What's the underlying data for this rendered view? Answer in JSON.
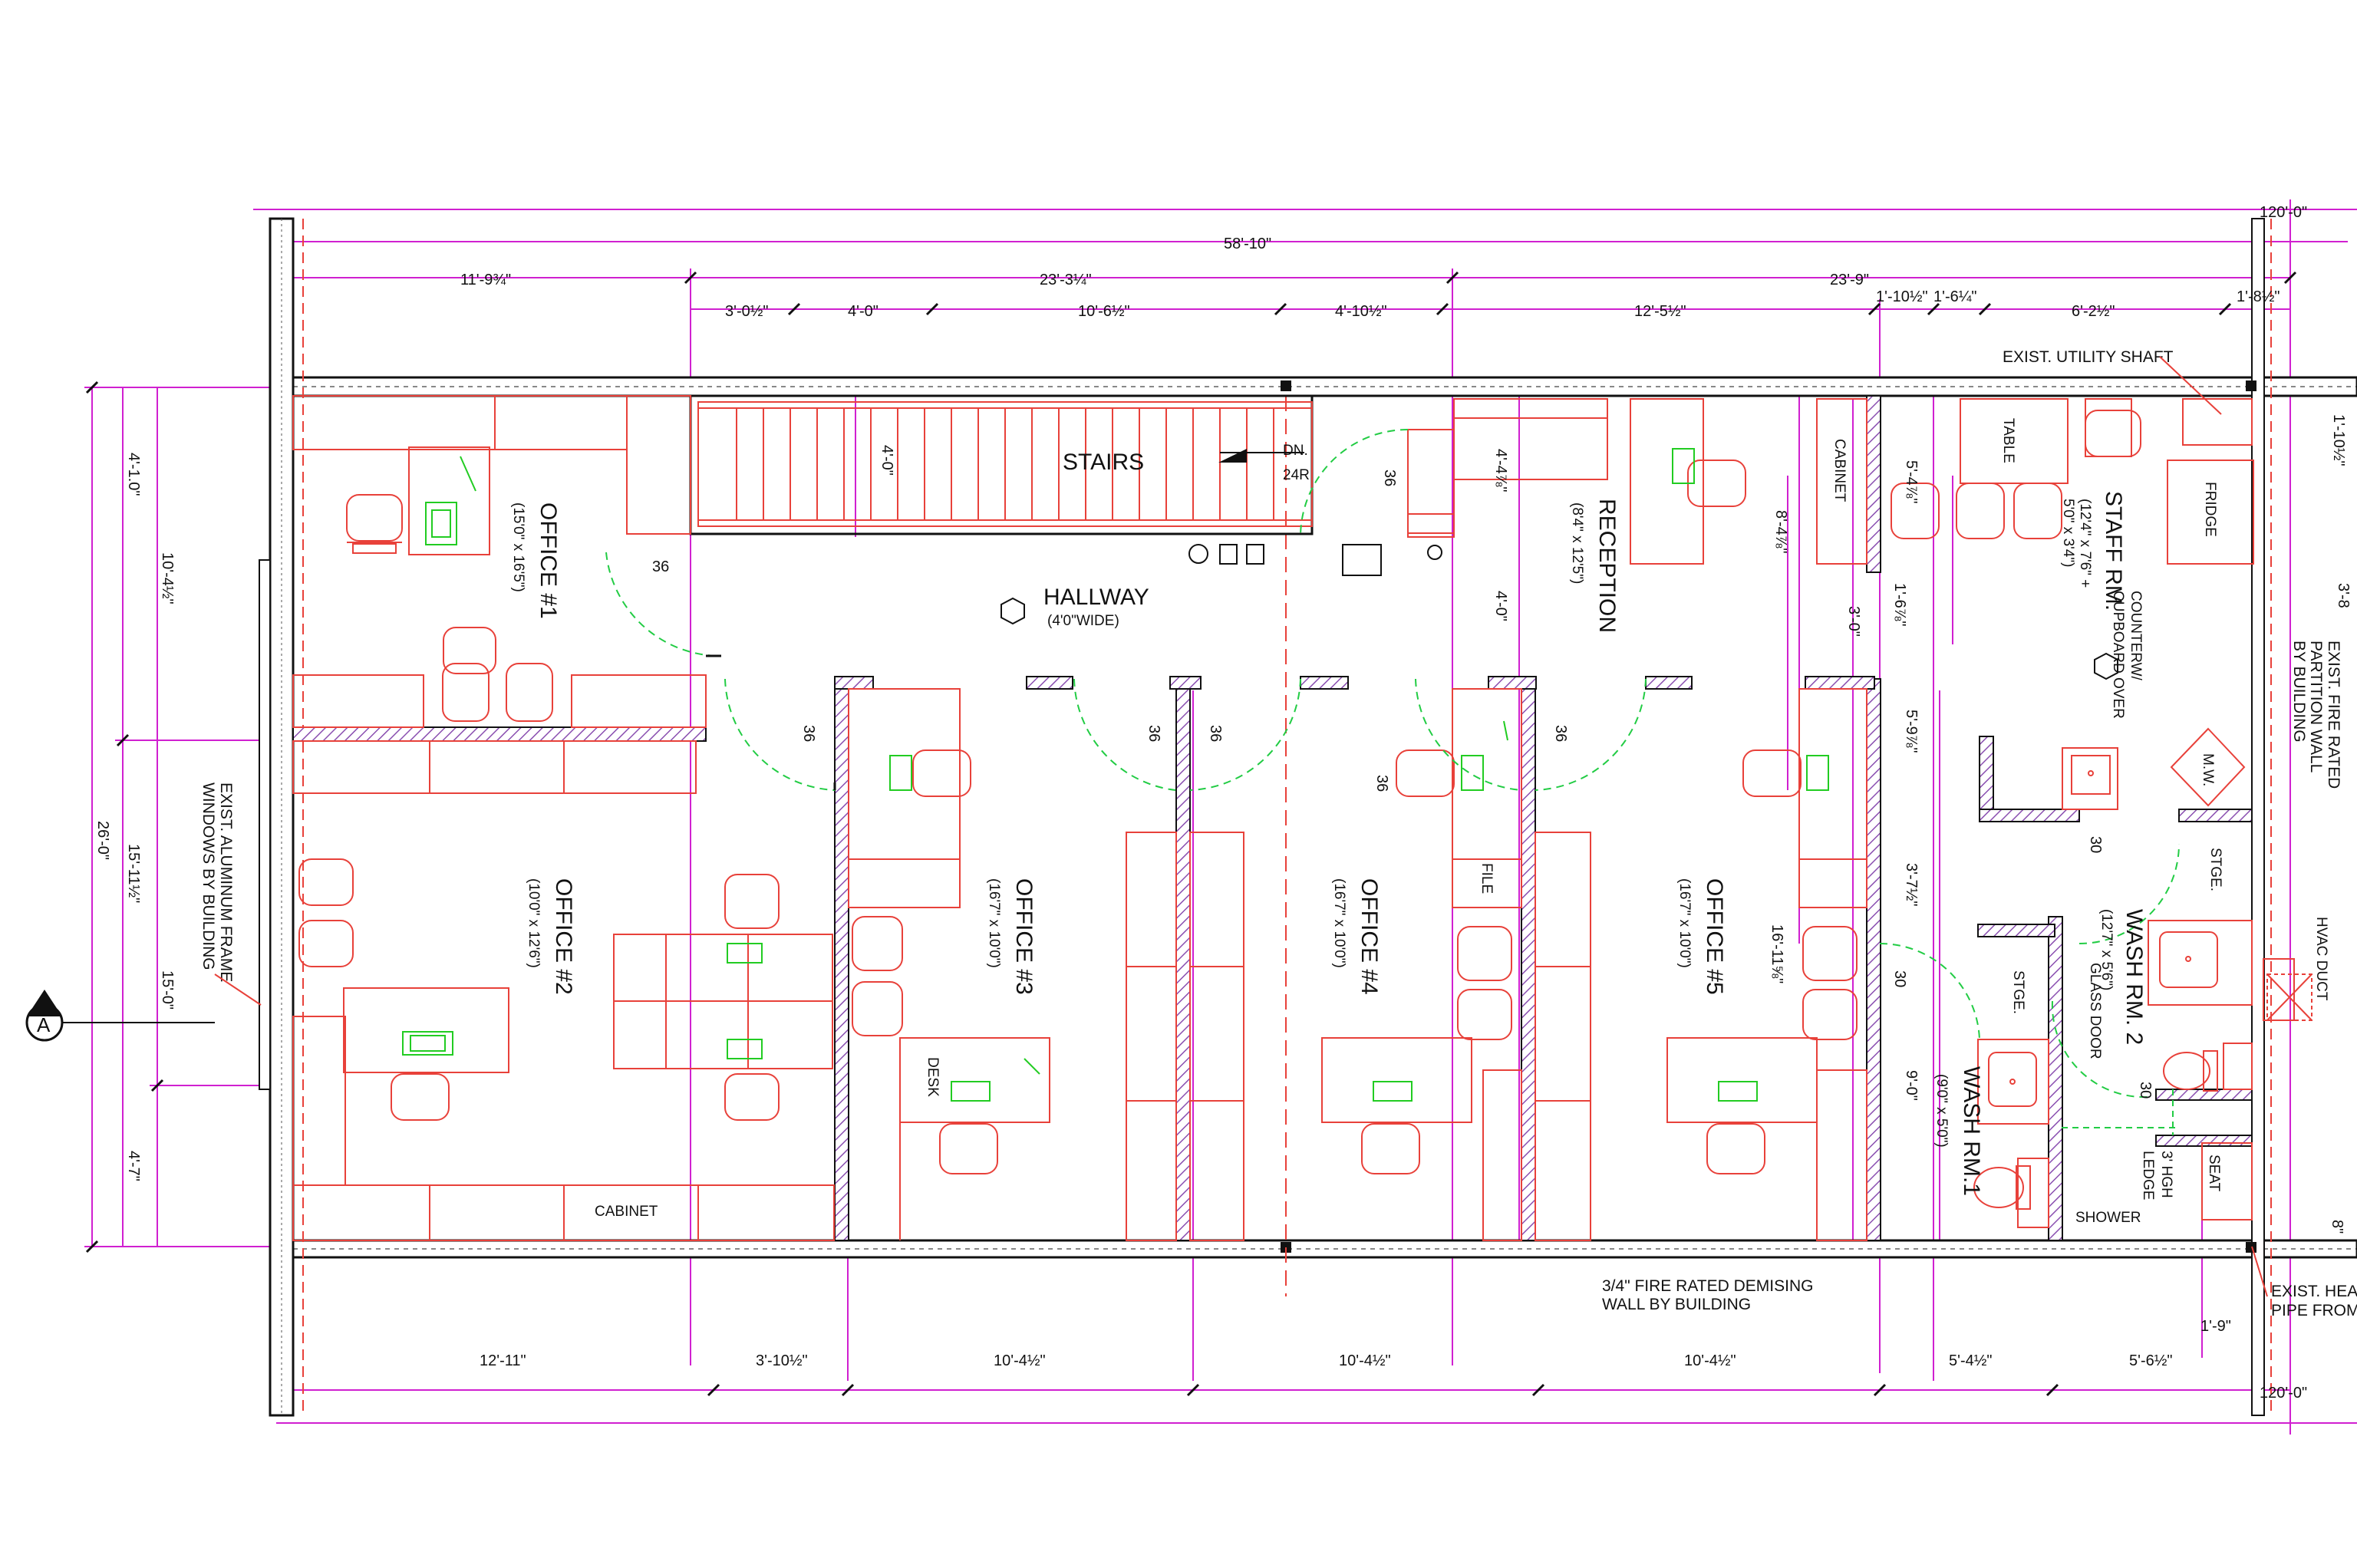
{
  "colors": {
    "wall": "#111111",
    "furniture": "#e8413a",
    "dimension": "#d020d0",
    "door_swing": "#22cc44",
    "partition": "#8a4fb0",
    "equipment": "#22cc22",
    "background": "#ffffff"
  },
  "dims": {
    "overall_right_top": "120'-0\"",
    "overall_right_bottom": "120'-0\"",
    "total_width": "58'-10\"",
    "top_row1": [
      "11'-9¾\"",
      "23'-3¼\"",
      "23'-9\""
    ],
    "top_row2": [
      "3'-0½\"",
      "4'-0\"",
      "10'-6½\"",
      "4'-10½\"",
      "12'-5½\"",
      "1'-10½\"",
      "1'-6¼\"",
      "6'-2½\"",
      "1'-8½\""
    ],
    "left_outer": "26'-0\"",
    "left_mid": [
      "4'-1.0\"",
      "15'-11½\"",
      "4'-7\""
    ],
    "left_inner": [
      "10'-4½\"",
      "15'-0\""
    ],
    "bottom_row": [
      "12'-11\"",
      "3'-10½\"",
      "10'-4½\"",
      "10'-4½\"",
      "10'-4½\"",
      "5'-4½\"",
      "5'-6½\""
    ],
    "bottom_small": "1'-9\"",
    "interior": [
      "4'-0\"",
      "4'-4⅞\"",
      "4'-0\"",
      "8'-4⅞\"",
      "5'-4⅞\"",
      "1'-6⅞\"",
      "3'-0\"",
      "5'-9⅞\"",
      "3'-7½\"",
      "16'-11⅝\"",
      "9'-0\"",
      "1'-10½\"",
      "3'-8",
      "8\""
    ],
    "door": [
      "36",
      "36",
      "36",
      "36",
      "36",
      "36",
      "36",
      "30",
      "30",
      "30"
    ]
  },
  "rooms": {
    "office1": {
      "name": "OFFICE #1",
      "size": "(15'0\" x 16'5\")"
    },
    "office2": {
      "name": "OFFICE #2",
      "size": "(10'0\" x 12'6\")"
    },
    "office3": {
      "name": "OFFICE #3",
      "size": "(16'7\" x 10'0\")"
    },
    "office4": {
      "name": "OFFICE #4",
      "size": "(16'7\" x 10'0\")"
    },
    "office5": {
      "name": "OFFICE #5",
      "size": "(16'7\" x 10'0\")"
    },
    "reception": {
      "name": "RECEPTION",
      "size": "(8'4\" x 12'5\")"
    },
    "hallway": {
      "name": "HALLWAY",
      "size": "(4'0\"WIDE)"
    },
    "stairs": "STAIRS",
    "stairs_note": [
      "DN.",
      "24R"
    ],
    "staff": {
      "name": "STAFF RM.",
      "size": "(12'4\" x 7'6\" +",
      "size2": "5'0\" x 3'4\")"
    },
    "wash1": {
      "name": "WASH RM.1",
      "size": "(9'0\" x 5'0\")"
    },
    "wash2": {
      "name": "WASH RM. 2",
      "size": "(12'7\" x 5'6\")"
    }
  },
  "labels": {
    "cabinet_bottom": "CABINET",
    "cabinet_rec": "CABINET",
    "table": "TABLE",
    "fridge": "FRIDGE",
    "desk": "DESK",
    "file": "FILE",
    "mw": "M.W.",
    "stge1": "STGE.",
    "stge2": "STGE.",
    "seat": "SEAT",
    "shower": "SHOWER",
    "glass_door": "GLASS DOOR",
    "ledge": [
      "3' HGH",
      "LEDGE"
    ],
    "counter": [
      "COUNTERW/",
      "CUPBOARD OVER"
    ],
    "hvac": "HVAC DUCT",
    "section": "A"
  },
  "notes": {
    "utility": "EXIST. UTILITY SHAFT",
    "fire_wall": [
      "EXIST. FIRE RATED",
      "PARTITION WALL",
      "BY BUILDING"
    ],
    "windows": [
      "EXIST. ALUMINUM FRAME",
      "WINDOWS BY BUILDING"
    ],
    "demising": [
      "3/4\" FIRE RATED DEMISING",
      "WALL BY BUILDING"
    ],
    "heat": [
      "EXIST. HEA",
      "PIPE FROM"
    ]
  }
}
